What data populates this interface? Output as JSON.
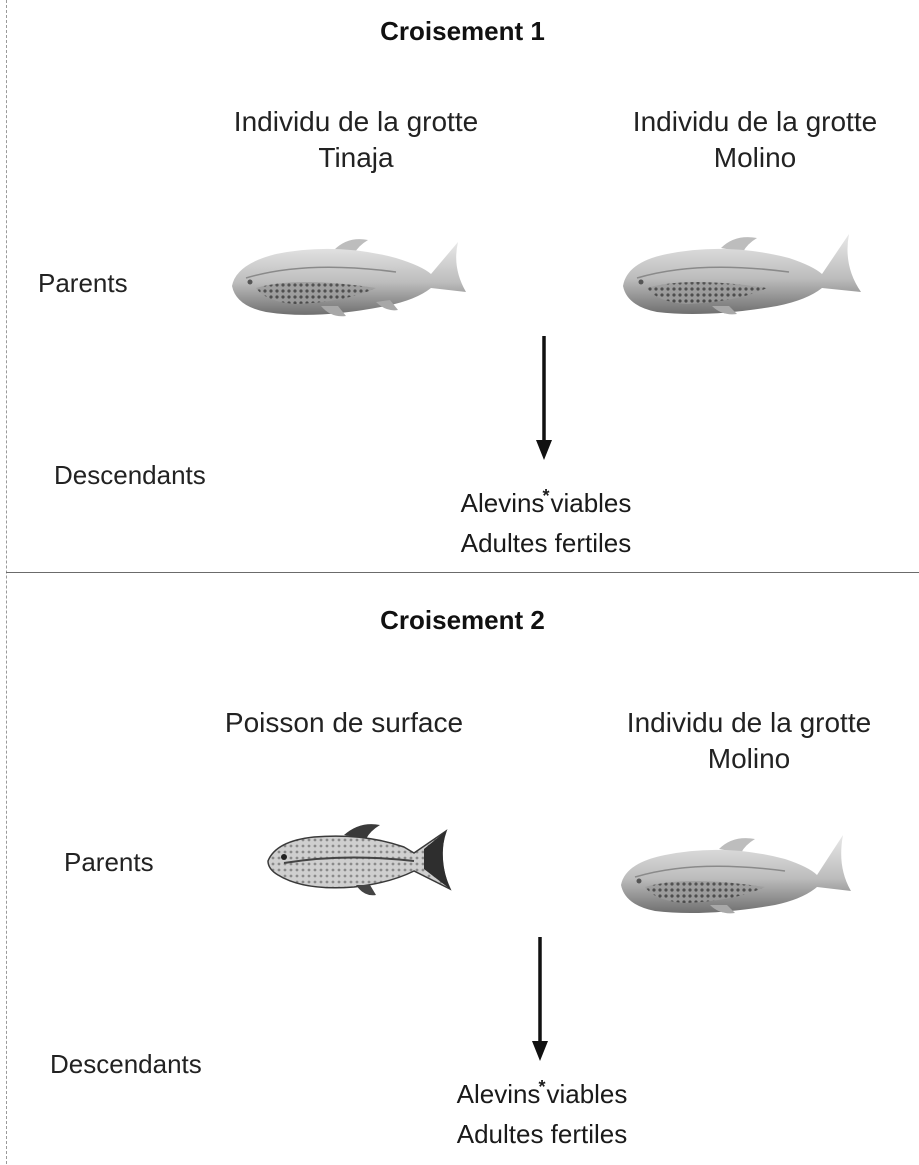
{
  "crosses": [
    {
      "title": "Croisement 1",
      "parent_left": [
        "Individu de la grotte",
        "Tinaja"
      ],
      "parent_right": [
        "Individu de la grotte",
        "Molino"
      ],
      "row_parents": "Parents",
      "row_offspring": "Descendants",
      "result_line1_a": "Alevins",
      "result_mark": "*",
      "result_line1_b": "viables",
      "result_line2": "Adultes fertiles"
    },
    {
      "title": "Croisement 2",
      "parent_left": [
        "Poisson de surface"
      ],
      "parent_right": [
        "Individu de la grotte",
        "Molino"
      ],
      "row_parents": "Parents",
      "row_offspring": "Descendants",
      "result_line1_a": "Alevins",
      "result_mark": "*",
      "result_line1_b": "viables",
      "result_line2": "Adultes fertiles"
    }
  ]
}
